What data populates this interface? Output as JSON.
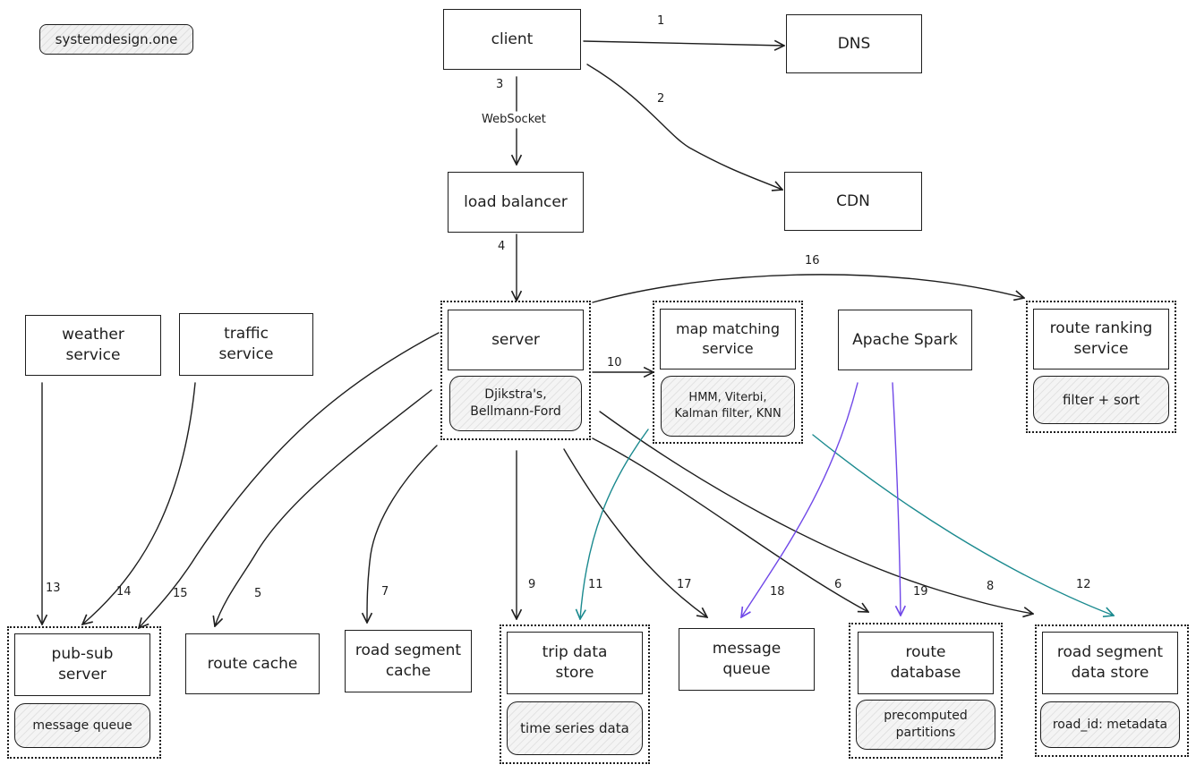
{
  "brand": "systemdesign.one",
  "nodes": {
    "client": "client",
    "dns": "DNS",
    "cdn": "CDN",
    "load_balancer": "load balancer",
    "server": "server",
    "server_algos": "Djikstra's,\nBellmann-Ford",
    "map_matching": "map matching\nservice",
    "map_matching_algos": "HMM, Viterbi,\nKalman filter, KNN",
    "apache_spark": "Apache Spark",
    "route_ranking": "route ranking\nservice",
    "route_ranking_detail": "filter + sort",
    "weather": "weather\nservice",
    "traffic": "traffic\nservice",
    "pubsub": "pub-sub\nserver",
    "pubsub_detail": "message queue",
    "route_cache": "route cache",
    "road_segment_cache": "road segment\ncache",
    "trip_data_store": "trip data\nstore",
    "trip_data_detail": "time series data",
    "message_queue": "message\nqueue",
    "route_database": "route\ndatabase",
    "route_database_detail": "precomputed\npartitions",
    "road_segment_store": "road segment\ndata store",
    "road_segment_store_detail": "road_id: metadata"
  },
  "edge_labels": {
    "websocket": "WebSocket"
  },
  "steps": [
    "1",
    "2",
    "3",
    "4",
    "5",
    "6",
    "7",
    "8",
    "9",
    "10",
    "11",
    "12",
    "13",
    "14",
    "15",
    "16",
    "17",
    "18",
    "19"
  ],
  "colors": {
    "stroke": "#1e1e1e",
    "teal": "#1b8a8f",
    "purple": "#7048e8"
  }
}
